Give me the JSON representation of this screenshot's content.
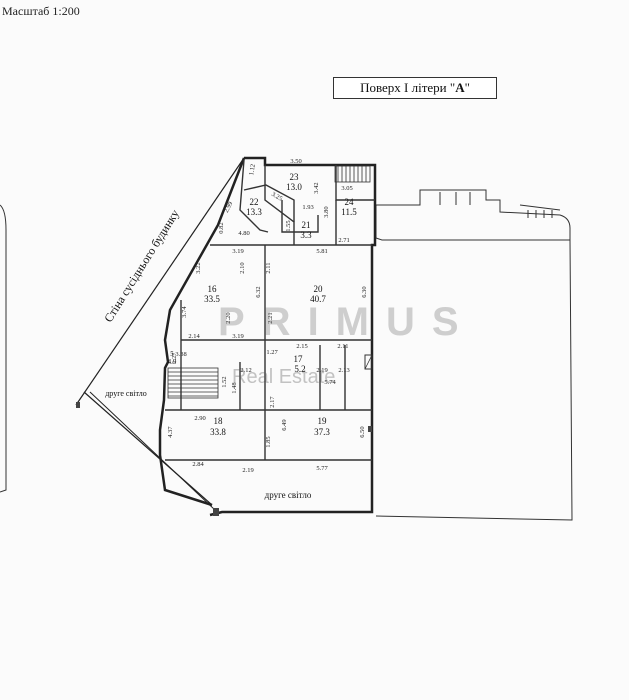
{
  "scale_label": "Масштаб 1:200",
  "title": {
    "prefix": "Поверх  І літери \"",
    "letter": "А",
    "suffix": "\""
  },
  "wall_label": "Стіна сусіднього будинку",
  "second_light_labels": [
    "друге світло",
    "друге світло"
  ],
  "watermark": {
    "logo": "PRIMUS",
    "subtitle": "Real Estate"
  },
  "rooms": [
    {
      "num": "23",
      "area": "13.0"
    },
    {
      "num": "22",
      "area": "13.3"
    },
    {
      "num": "24",
      "area": "11.5"
    },
    {
      "num": "21",
      "area": "3.3"
    },
    {
      "num": "16",
      "area": "33.5"
    },
    {
      "num": "20",
      "area": "40.7"
    },
    {
      "num": "17",
      "area": "5.2"
    },
    {
      "num": "18",
      "area": "33.8"
    },
    {
      "num": "19",
      "area": "37.3"
    },
    {
      "num": "5",
      "area": "4.9"
    }
  ],
  "dimensions": [
    "3.50",
    "1.12",
    "3.42",
    "3.05",
    "3.25",
    "1.93",
    "3.80",
    "2.99",
    "1.55",
    "2.71",
    "0.82",
    "4.80",
    "3.19",
    "5.81",
    "3.22",
    "2.10",
    "2.11",
    "6.32",
    "6.30",
    "3.74",
    "2.20",
    "2.21",
    "2.14",
    "3.19",
    "1.27",
    "2.15",
    "2.11",
    "1.27",
    "3.38",
    "2.12",
    "2.19",
    "2.13",
    "1.52",
    "1.48",
    "5.74",
    "2.90",
    "2.17",
    "4.37",
    "1.85",
    "6.49",
    "6.50",
    "2.84",
    "2.19",
    "5.77"
  ]
}
